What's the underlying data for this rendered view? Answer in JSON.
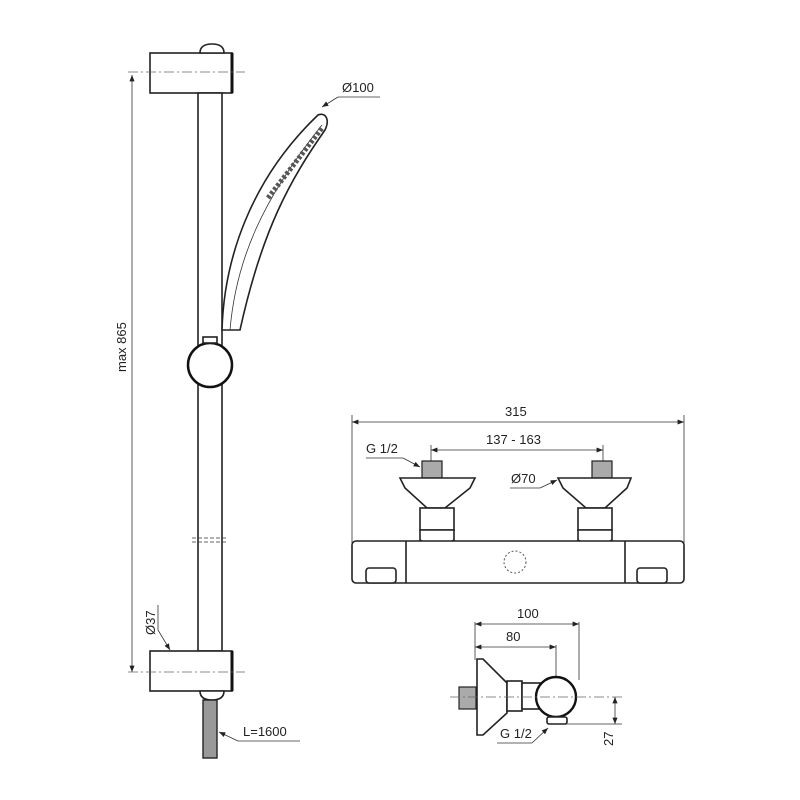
{
  "drawing": {
    "title": "Shower set and thermostatic bar mixer technical drawing",
    "colors": {
      "line": "#222222",
      "background": "#ffffff",
      "hose": "#999999"
    }
  },
  "shower_rail": {
    "handshower_diameter": "Ø100",
    "rail_height": "max 865",
    "rail_diameter": "Ø37",
    "hose_length": "L=1600"
  },
  "mixer_front": {
    "overall_width": "315",
    "centres": "137 - 163",
    "inlet_thread": "G 1/2",
    "escutcheon_diameter": "Ø70"
  },
  "mixer_side": {
    "depth_overall": "100",
    "depth_to_outlet": "80",
    "outlet_thread": "G 1/2",
    "outlet_offset": "27"
  }
}
